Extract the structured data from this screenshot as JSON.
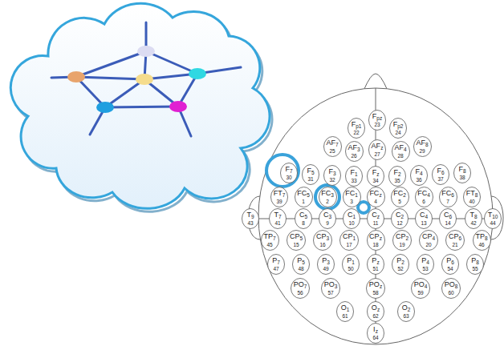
{
  "diagram": {
    "nodes": [
      {
        "text": [
          "Fp1",
          "22"
        ]
      },
      {
        "text": [
          "Fpz",
          "23"
        ]
      },
      {
        "text": [
          "Fp2",
          "24"
        ]
      },
      {
        "text": [
          "AF7",
          "25"
        ]
      },
      {
        "text": [
          "AF3",
          "26"
        ]
      },
      {
        "text": [
          "AFz",
          "27"
        ]
      },
      {
        "text": [
          "AF4",
          "28"
        ]
      },
      {
        "text": [
          "AF8",
          "29"
        ]
      },
      {
        "text": [
          "F7",
          "30"
        ]
      },
      {
        "text": [
          "F5",
          "31"
        ]
      },
      {
        "text": [
          "F3",
          "32"
        ]
      },
      {
        "text": [
          "F1",
          "33"
        ]
      },
      {
        "text": [
          "Fz",
          "34"
        ]
      },
      {
        "text": [
          "F2",
          "35"
        ]
      },
      {
        "text": [
          "F4",
          "36"
        ]
      },
      {
        "text": [
          "F6",
          "37"
        ]
      },
      {
        "text": [
          "F8",
          "38"
        ]
      },
      {
        "text": [
          "FT7",
          "39"
        ]
      },
      {
        "text": [
          "FC5",
          "1"
        ]
      },
      {
        "text": [
          "FC3",
          "2"
        ]
      },
      {
        "text": [
          "FC1",
          "3"
        ]
      },
      {
        "text": [
          "FCz",
          "4"
        ]
      },
      {
        "text": [
          "FC2",
          "5"
        ]
      },
      {
        "text": [
          "FC4",
          "6"
        ]
      },
      {
        "text": [
          "FC6",
          "7"
        ]
      },
      {
        "text": [
          "FT8",
          "40"
        ]
      },
      {
        "text": [
          "T9",
          "43"
        ]
      },
      {
        "text": [
          "T7",
          "41"
        ]
      },
      {
        "text": [
          "C5",
          "8"
        ]
      },
      {
        "text": [
          "C3",
          "9"
        ]
      },
      {
        "text": [
          "C1",
          "10"
        ]
      },
      {
        "text": [
          "Cz",
          "11"
        ]
      },
      {
        "text": [
          "C2",
          "12"
        ]
      },
      {
        "text": [
          "C4",
          "13"
        ]
      },
      {
        "text": [
          "C6",
          "14"
        ]
      },
      {
        "text": [
          "T8",
          "42"
        ]
      },
      {
        "text": [
          "T10",
          "44"
        ]
      },
      {
        "text": [
          "TP7",
          "45"
        ]
      },
      {
        "text": [
          "CP5",
          "15"
        ]
      },
      {
        "text": [
          "CP3",
          "16"
        ]
      },
      {
        "text": [
          "CP1",
          "17"
        ]
      },
      {
        "text": [
          "CPz",
          "18"
        ]
      },
      {
        "text": [
          "CP2",
          "19"
        ]
      },
      {
        "text": [
          "CP4",
          "20"
        ]
      },
      {
        "text": [
          "CP6",
          "21"
        ]
      },
      {
        "text": [
          "TP8",
          "46"
        ]
      },
      {
        "text": [
          "P7",
          "47"
        ]
      },
      {
        "text": [
          "P5",
          "48"
        ]
      },
      {
        "text": [
          "P3",
          "49"
        ]
      },
      {
        "text": [
          "P1",
          "50"
        ]
      },
      {
        "text": [
          "Pz",
          "51"
        ]
      },
      {
        "text": [
          "P2",
          "52"
        ]
      },
      {
        "text": [
          "P4",
          "53"
        ]
      },
      {
        "text": [
          "P6",
          "54"
        ]
      },
      {
        "text": [
          "P8",
          "55"
        ]
      },
      {
        "text": [
          "PO7",
          "56"
        ]
      },
      {
        "text": [
          "PO3",
          "57"
        ]
      },
      {
        "text": [
          "POz",
          "58"
        ]
      },
      {
        "text": [
          "PO4",
          "59"
        ]
      },
      {
        "text": [
          "PO8",
          "60"
        ]
      },
      {
        "text": [
          "O1",
          "61"
        ]
      },
      {
        "text": [
          "Oz",
          "62"
        ]
      },
      {
        "text": [
          "O2",
          "63"
        ]
      },
      {
        "text": [
          "Iz",
          "64"
        ]
      }
    ]
  }
}
